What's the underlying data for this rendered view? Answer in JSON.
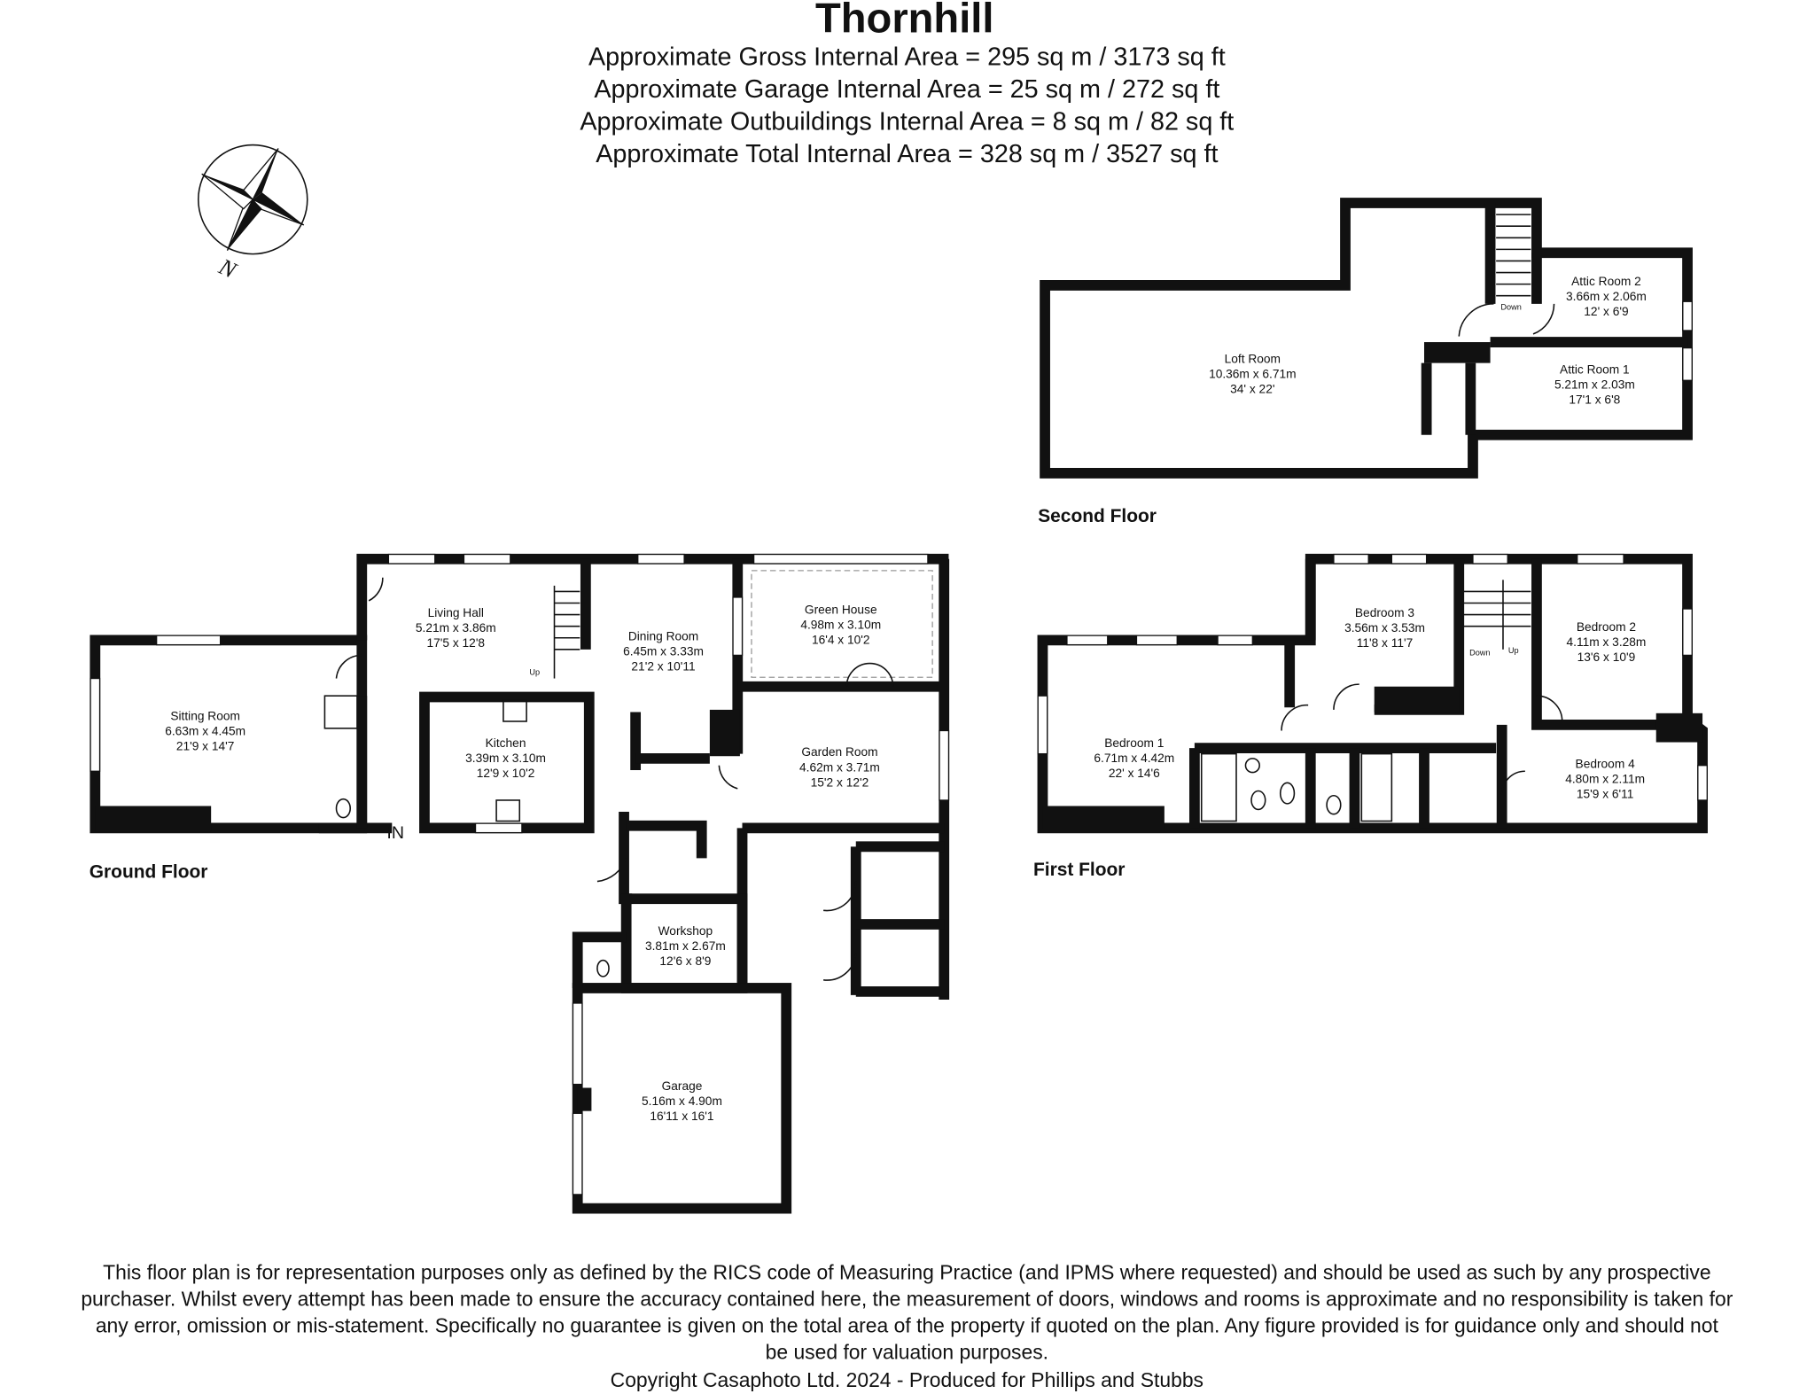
{
  "header": {
    "title": "Thornhill",
    "areas": [
      "Approximate Gross Internal Area = 295 sq m / 3173 sq ft",
      "Approximate Garage Internal Area = 25 sq m / 272 sq ft",
      "Approximate Outbuildings Internal Area = 8 sq m / 82 sq ft",
      "Approximate Total Internal Area = 328 sq m / 3527 sq ft"
    ]
  },
  "compass": {
    "label": "N",
    "icon": "compass-rose-icon"
  },
  "floors": {
    "second": {
      "label": "Second Floor",
      "rooms": [
        {
          "name": "Loft Room",
          "metric": "10.36m x 6.71m",
          "imperial": "34' x 22'"
        },
        {
          "name": "Attic Room 2",
          "metric": "3.66m x 2.06m",
          "imperial": "12' x 6'9"
        },
        {
          "name": "Attic Room 1",
          "metric": "5.21m x 2.03m",
          "imperial": "17'1 x 6'8"
        }
      ],
      "stairs": "Down"
    },
    "ground": {
      "label": "Ground Floor",
      "rooms": [
        {
          "name": "Sitting Room",
          "metric": "6.63m x 4.45m",
          "imperial": "21'9 x 14'7"
        },
        {
          "name": "Living Hall",
          "metric": "5.21m x 3.86m",
          "imperial": "17'5 x 12'8"
        },
        {
          "name": "Kitchen",
          "metric": "3.39m x 3.10m",
          "imperial": "12'9 x 10'2"
        },
        {
          "name": "Dining Room",
          "metric": "6.45m x 3.33m",
          "imperial": "21'2 x 10'11"
        },
        {
          "name": "Green House",
          "metric": "4.98m x 3.10m",
          "imperial": "16'4 x 10'2"
        },
        {
          "name": "Garden Room",
          "metric": "4.62m x 3.71m",
          "imperial": "15'2 x 12'2"
        },
        {
          "name": "Workshop",
          "metric": "3.81m x 2.67m",
          "imperial": "12'6 x 8'9"
        },
        {
          "name": "Garage",
          "metric": "5.16m x 4.90m",
          "imperial": "16'11 x 16'1"
        }
      ],
      "stairs": "Up",
      "entrance": "IN"
    },
    "first": {
      "label": "First Floor",
      "rooms": [
        {
          "name": "Bedroom 1",
          "metric": "6.71m x 4.42m",
          "imperial": "22' x 14'6"
        },
        {
          "name": "Bedroom 3",
          "metric": "3.56m x 3.53m",
          "imperial": "11'8 x 11'7"
        },
        {
          "name": "Bedroom 2",
          "metric": "4.11m x 3.28m",
          "imperial": "13'6 x 10'9"
        },
        {
          "name": "Bedroom 4",
          "metric": "4.80m x 2.11m",
          "imperial": "15'9 x 6'11"
        }
      ],
      "stairs_down": "Down",
      "stairs_up": "Up"
    }
  },
  "footer": {
    "disclaimer_lines": [
      "This floor plan is for representation purposes only as defined by the RICS code of Measuring Practice (and IPMS where requested) and should be used as such by any prospective",
      "purchaser. Whilst every attempt has been made to ensure the accuracy contained here, the measurement of doors, windows and rooms is approximate and no responsibility is taken for",
      "any error, omission or mis-statement. Specifically no guarantee is given on the total area of the property if quoted on the plan. Any figure provided is for guidance only and should not",
      "be used for valuation purposes."
    ],
    "copyright": "Copyright Casaphoto Ltd. 2024 - Produced for Phillips and Stubbs"
  }
}
